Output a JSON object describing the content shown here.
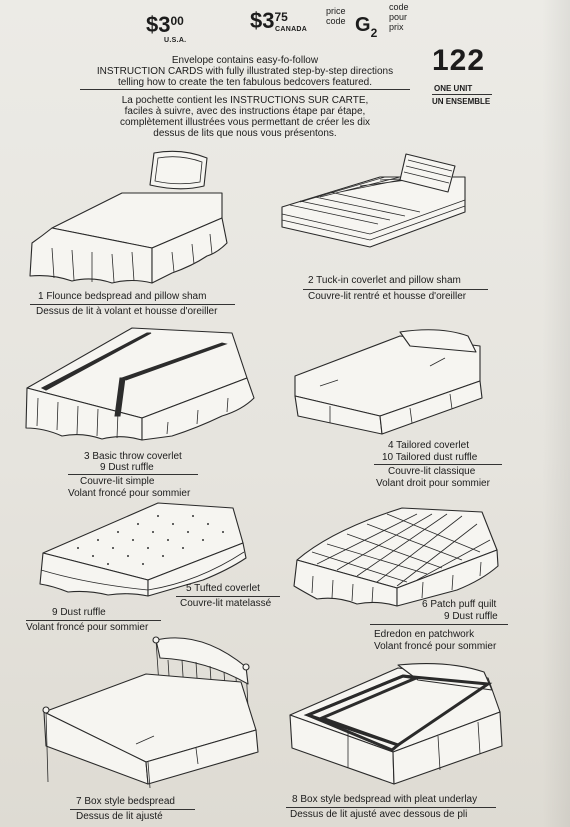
{
  "price_usa": {
    "dollars": "$3",
    "cents": "00",
    "label": "U.S.A."
  },
  "price_canada": {
    "dollars": "$3",
    "cents": "75",
    "label": "CANADA"
  },
  "price_code": {
    "en_line1": "price",
    "en_line2": "code",
    "letter": "G",
    "number": "2",
    "fr_line1": "code",
    "fr_line2": "pour",
    "fr_line3": "prix"
  },
  "intro_en": {
    "line1": "Envelope contains easy-fo-follow",
    "line2": "INSTRUCTION CARDS with fully illustrated step-by-step directions",
    "line3": "telling how to create the ten fabulous bedcovers featured."
  },
  "intro_fr": {
    "line1": "La pochette contient les INSTRUCTIONS SUR CARTE,",
    "line2": "faciles à suivre, avec des instructions étape par étape,",
    "line3": "complètement illustrées vous permettant de créer les dix",
    "line4": "dessus de lits que nous vous présentons."
  },
  "pattern_number": "122",
  "unit_en": "ONE UNIT",
  "unit_fr": "UN ENSEMBLE",
  "views": {
    "v1": {
      "en": "1  Flounce bedspread and pillow sham",
      "fr": "Dessus de lit à volant et housse d'oreiller"
    },
    "v2": {
      "en": "2  Tuck-in coverlet and pillow sham",
      "fr": "Couvre-lit rentré et housse d'oreiller"
    },
    "v3": {
      "en1": "3  Basic throw coverlet",
      "en2": "9  Dust ruffle",
      "fr1": "Couvre-lit simple",
      "fr2": "Volant froncé pour sommier"
    },
    "v4": {
      "en1": "4  Tailored coverlet",
      "en2": "10  Tailored dust ruffle",
      "fr1": "Couvre-lit classique",
      "fr2": "Volant droit pour sommier"
    },
    "v5": {
      "en": "5  Tufted coverlet",
      "fr": "Couvre-lit matelassé",
      "en2": "9  Dust ruffle",
      "fr2": "Volant froncé pour sommier"
    },
    "v6": {
      "en1": "6  Patch puff quilt",
      "en2": "9  Dust ruffle",
      "fr1": "Edredon en patchwork",
      "fr2": "Volant froncé pour sommier"
    },
    "v7": {
      "en": "7  Box style bedspread",
      "fr": "Dessus de lit ajusté"
    },
    "v8": {
      "en": "8  Box style bedspread with pleat underlay",
      "fr": "Dessus de lit ajusté avec dessous de pli"
    }
  }
}
